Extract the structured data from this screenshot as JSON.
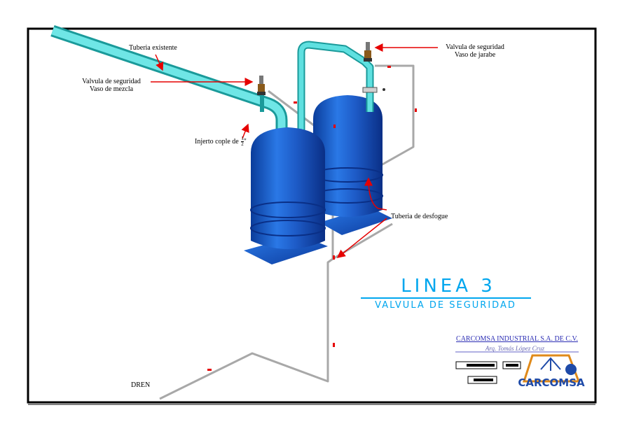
{
  "labels": {
    "existing_pipe": "Tuberia existente",
    "valve_mix_line1": "Valvula de seguridad",
    "valve_mix_line2": "Vaso de mezcla",
    "valve_syrup_line1": "Valvula de seguridad",
    "valve_syrup_line2": "Vaso de jarabe",
    "coupling_text": "Injerto cople de",
    "coupling_num": "1",
    "coupling_den": "2",
    "coupling_unit": "\"",
    "vent_pipe": "Tuberia de desfogue",
    "drain": "DREN"
  },
  "title": {
    "main": "LINEA 3",
    "sub": "VALVULA DE SEGURIDAD"
  },
  "titleblock": {
    "company": "CARCOMSA INDUSTRIAL S.A. DE C.V.",
    "signature": "Arq. Tomás López Cruz",
    "logo_text": "CARCOMSA"
  },
  "colors": {
    "tank_blue": "#1e64d2",
    "pipe_cyan": "#3ed2d2",
    "vent_pipe_gray": "#b4b4b4",
    "arrow_red": "#e60000",
    "title_blue": "#00a6ee",
    "company_blue": "#2b2db4"
  }
}
